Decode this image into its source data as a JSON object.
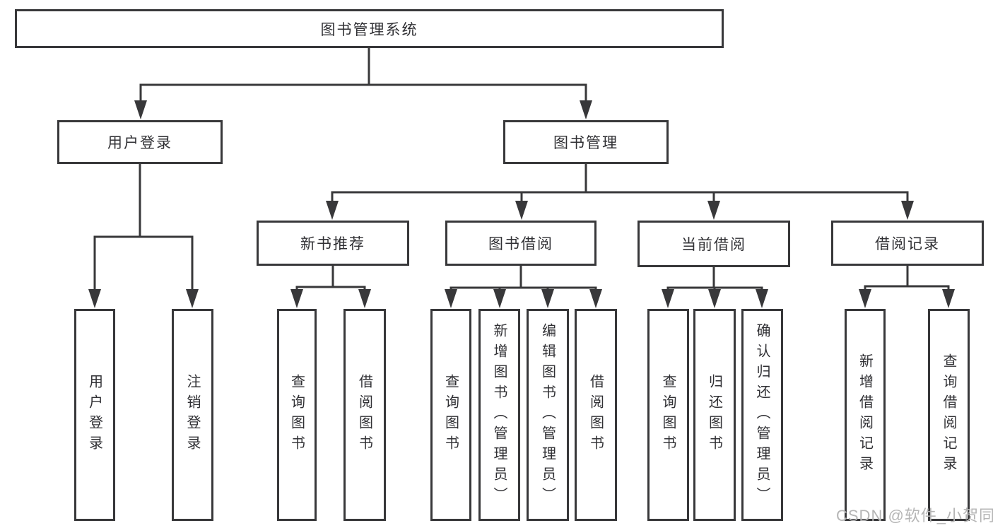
{
  "tree": {
    "root": {
      "label": "图书管理系统"
    },
    "branches": [
      {
        "label": "用户登录",
        "children": [
          {
            "label": "用户登录"
          },
          {
            "label": "注销登录"
          }
        ]
      },
      {
        "label": "图书管理",
        "children": [
          {
            "label": "新书推荐",
            "children": [
              {
                "label": "查询图书"
              },
              {
                "label": "借阅图书"
              }
            ]
          },
          {
            "label": "图书借阅",
            "children": [
              {
                "label": "查询图书"
              },
              {
                "label": "新增图书（管理员）"
              },
              {
                "label": "编辑图书（管理员）"
              },
              {
                "label": "借阅图书"
              }
            ]
          },
          {
            "label": "当前借阅",
            "children": [
              {
                "label": "查询图书"
              },
              {
                "label": "归还图书"
              },
              {
                "label": "确认归还（管理员）"
              }
            ]
          },
          {
            "label": "借阅记录",
            "children": [
              {
                "label": "新增借阅记录"
              },
              {
                "label": "查询借阅记录"
              }
            ]
          }
        ]
      }
    ]
  },
  "watermark": "CSDN @软件_小贺同学",
  "colors": {
    "line": "#38383a",
    "box_border": "#38383a",
    "text": "#303034",
    "watermark": "#b5b5b5",
    "background": "#ffffff"
  }
}
